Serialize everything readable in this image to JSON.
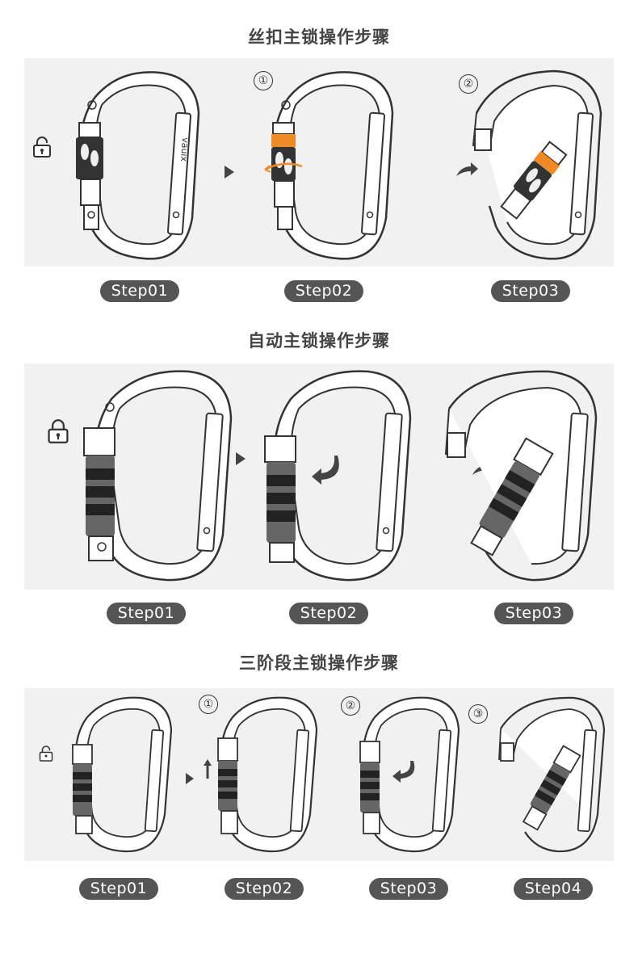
{
  "sections": [
    {
      "title": "丝扣主锁操作步骤",
      "steps": [
        "Step01",
        "Step02",
        "Step03"
      ],
      "markers": [
        "①",
        "②"
      ]
    },
    {
      "title": "自动主锁操作步骤",
      "steps": [
        "Step01",
        "Step02",
        "Step03"
      ]
    },
    {
      "title": "三阶段主锁操作步骤",
      "steps": [
        "Step01",
        "Step02",
        "Step03",
        "Step04"
      ],
      "markers": [
        "①",
        "②",
        "③"
      ]
    }
  ],
  "brand": "vauix",
  "colors": {
    "accent": "#f08a24",
    "pill": "#555555",
    "band": "#f1f1f1",
    "line": "#333333"
  },
  "icons": [
    "padlock-icon",
    "play-arrow-icon",
    "curved-arrow-icon",
    "up-arrow-icon"
  ]
}
